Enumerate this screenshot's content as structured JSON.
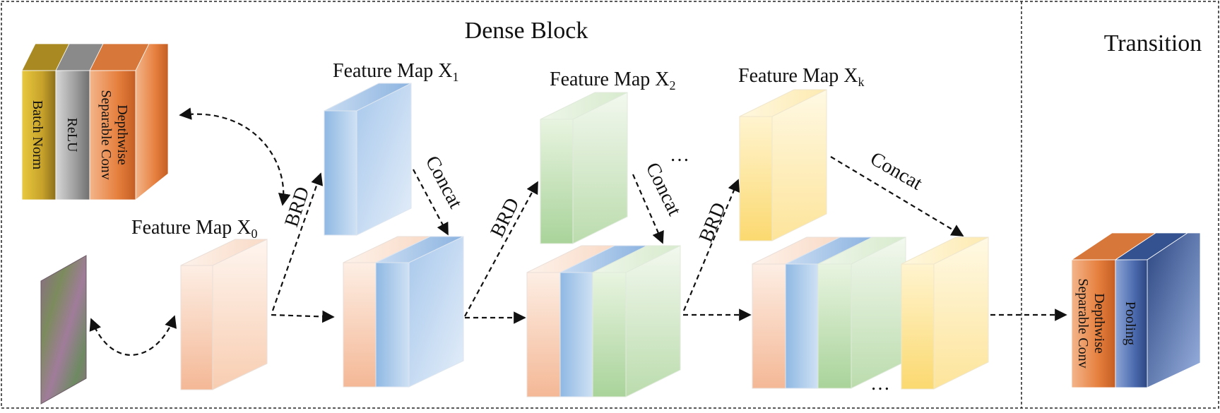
{
  "sections": {
    "dense_block_title": "Dense Block",
    "transition_title": "Transition"
  },
  "layer_legend": {
    "batch_norm": "Batch Norm",
    "relu": "ReLU",
    "conv_line1": "Depthwise",
    "conv_line2": "Separable Conv"
  },
  "feature_maps": {
    "x0": {
      "prefix": "Feature Map X",
      "sub": "0"
    },
    "x1": {
      "prefix": "Feature Map X",
      "sub": "1"
    },
    "x2": {
      "prefix": "Feature Map X",
      "sub": "2"
    },
    "xk": {
      "prefix": "Feature Map X",
      "sub": "k"
    }
  },
  "edge_labels": {
    "brd": "BRD",
    "concat": "Concat",
    "ellipsis": "…"
  },
  "transition_block": {
    "conv_line1": "Depthwise",
    "conv_line2": "Separable Conv",
    "pooling": "Pooling"
  },
  "colors": {
    "peach": "#f6c2a0",
    "blue": "#a9c9ea",
    "green": "#b9dba9",
    "yellow": "#fbe18e",
    "batch_norm": "#c9a62c",
    "relu": "#9a9a9a",
    "conv_orange": "#e07a3a",
    "pool_blue": "#3f5f9f"
  }
}
